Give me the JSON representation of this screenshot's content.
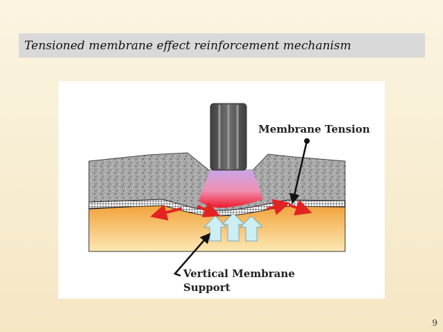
{
  "slide": {
    "title": "Tensioned membrane effect reinforcement mechanism",
    "page_number": "9"
  },
  "diagram": {
    "label_membrane_tension": "Membrane Tension",
    "label_vertical_line1": "Vertical Membrane",
    "label_vertical_line2": "Support",
    "colors": {
      "aggregate": "#a9a9a9",
      "subgrade_top": "#f2a23a",
      "subgrade_bottom": "#fce8b4",
      "tire": "#555555",
      "tension_arrow": "#e32222",
      "support_arrow": "#cdeef3"
    }
  }
}
